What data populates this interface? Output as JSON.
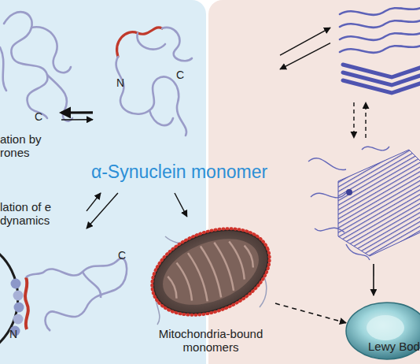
{
  "diagram": {
    "nodes": [
      {
        "text": [
          "C",
          "ation by rones"
        ]
      },
      {
        "text": [
          "N",
          "C",
          "α-Synuclein monomer"
        ]
      },
      {
        "text": []
      },
      {
        "text": [
          "lation of e dynamics",
          "C",
          "N"
        ]
      },
      {
        "text": []
      },
      {
        "text": [
          "Mitochondria-bound monomers"
        ]
      },
      {
        "text": [
          "Lewy Bod"
        ]
      }
    ],
    "edges": [
      {
        "from": 1,
        "to": 0,
        "arrow": "to"
      },
      {
        "from": 0,
        "to": 1,
        "arrow": "to"
      },
      {
        "from": 1,
        "to": 3,
        "arrow": "to"
      },
      {
        "from": 3,
        "to": 1,
        "arrow": "to"
      },
      {
        "from": 1,
        "to": 5,
        "arrow": "to"
      },
      {
        "from": 1,
        "to": 2,
        "arrow": "to"
      },
      {
        "from": 2,
        "to": 1,
        "arrow": "to"
      },
      {
        "from": 2,
        "to": 4,
        "arrow": "to"
      },
      {
        "from": 4,
        "to": 2,
        "arrow": "to"
      },
      {
        "from": 4,
        "to": 6,
        "arrow": "to"
      },
      {
        "from": 5,
        "to": 6,
        "arrow": "to"
      }
    ]
  }
}
